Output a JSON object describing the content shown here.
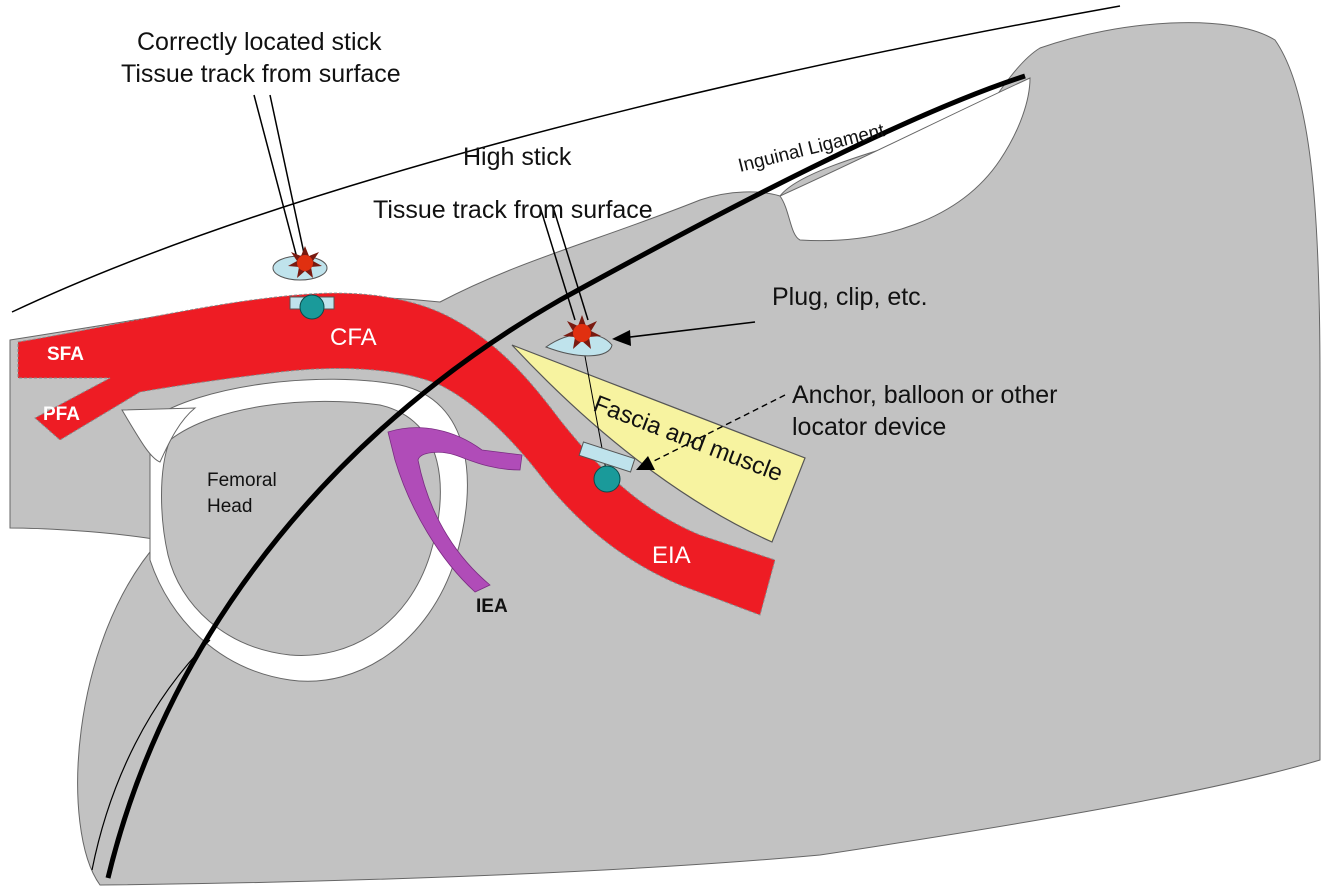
{
  "labels": {
    "correct_stick_line1": "Correctly located stick",
    "correct_stick_line2": "Tissue track from surface",
    "high_stick_line1": "High stick",
    "high_stick_line2": "Tissue track from surface",
    "inguinal_ligament": "Inguinal Ligament",
    "plug": "Plug, clip, etc.",
    "anchor_line1": "Anchor, balloon or other",
    "anchor_line2": "locator device",
    "fascia": "Fascia and muscle",
    "femoral_line1": "Femoral",
    "femoral_line2": "Head",
    "sfa": "SFA",
    "pfa": "PFA",
    "cfa": "CFA",
    "eia": "EIA",
    "iea": "IEA"
  },
  "colors": {
    "tissue": "#c2c2c2",
    "artery": "#ee1c24",
    "epigastric": "#b04cb8",
    "fascia": "#f7f3a0",
    "anchor": "#1a9a9a",
    "plug_pad": "#bfe3ec",
    "plug_star": "#e03010",
    "line": "#000000"
  },
  "icons": {
    "plug_marker": "star-burst-icon",
    "anchor_marker": "teal-disc-icon"
  }
}
